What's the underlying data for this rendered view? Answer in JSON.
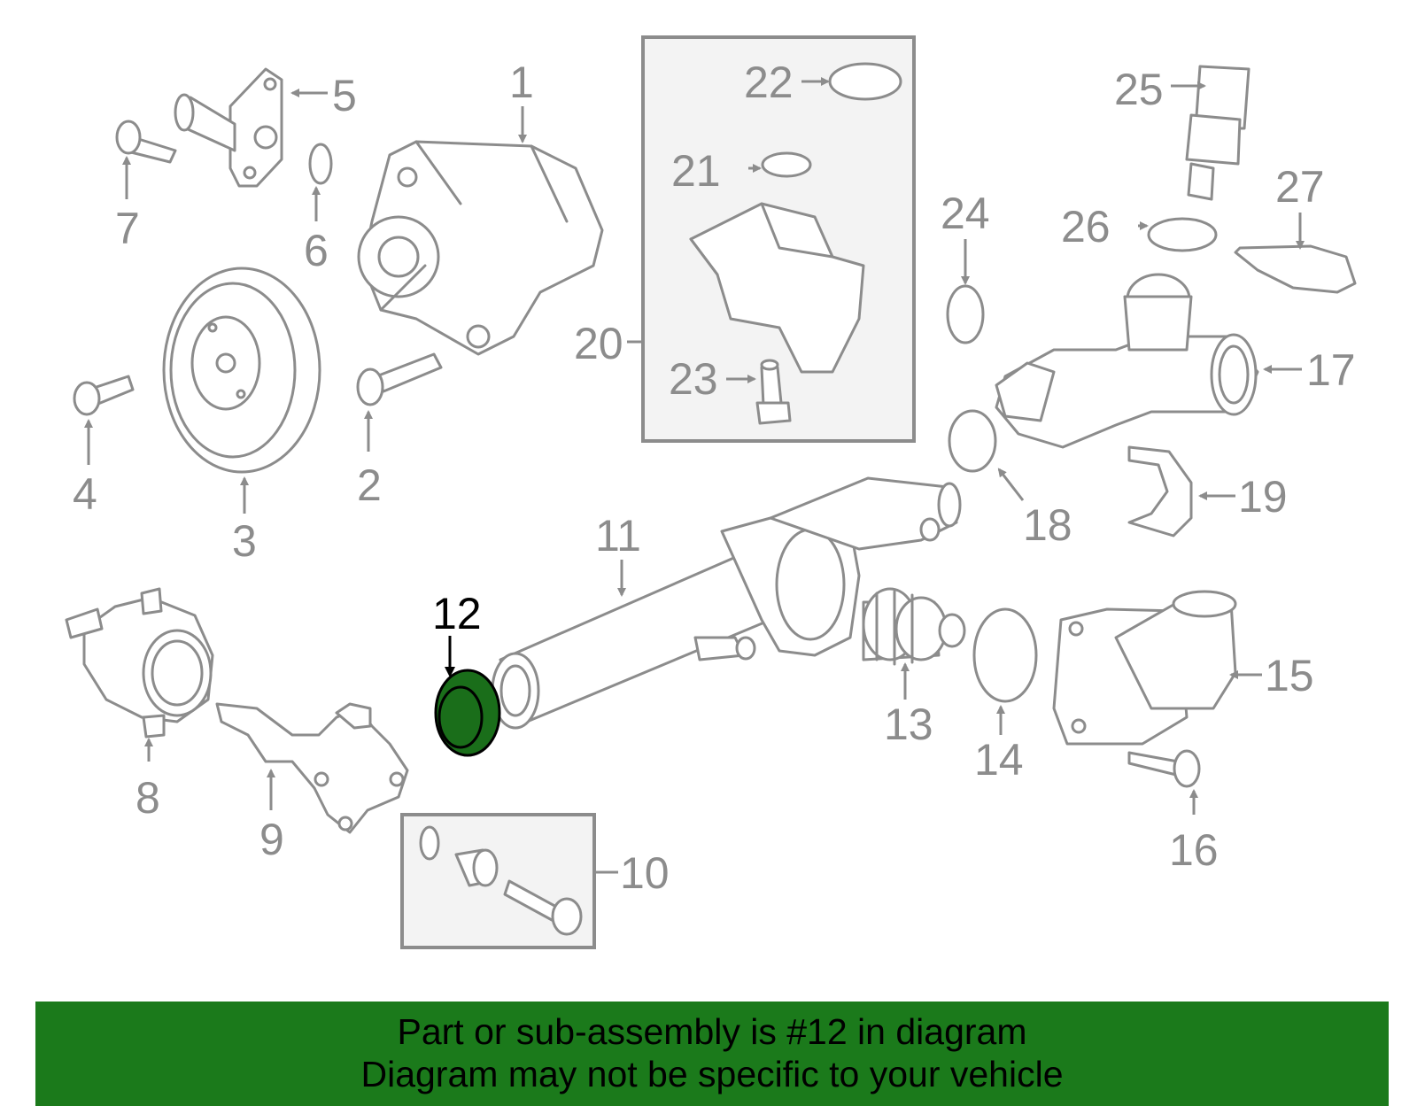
{
  "callouts": [
    "1",
    "2",
    "3",
    "4",
    "5",
    "6",
    "7",
    "8",
    "9",
    "10",
    "11",
    "12",
    "13",
    "14",
    "15",
    "16",
    "17",
    "18",
    "19",
    "20",
    "21",
    "22",
    "23",
    "24",
    "25",
    "26",
    "27"
  ],
  "highlight": {
    "part": "12",
    "color": "#1a6e1a"
  },
  "footer": {
    "line1": "Part or sub-assembly is #12 in diagram",
    "line2": "Diagram may not be specific to your vehicle",
    "background": "#1b7a1b"
  }
}
